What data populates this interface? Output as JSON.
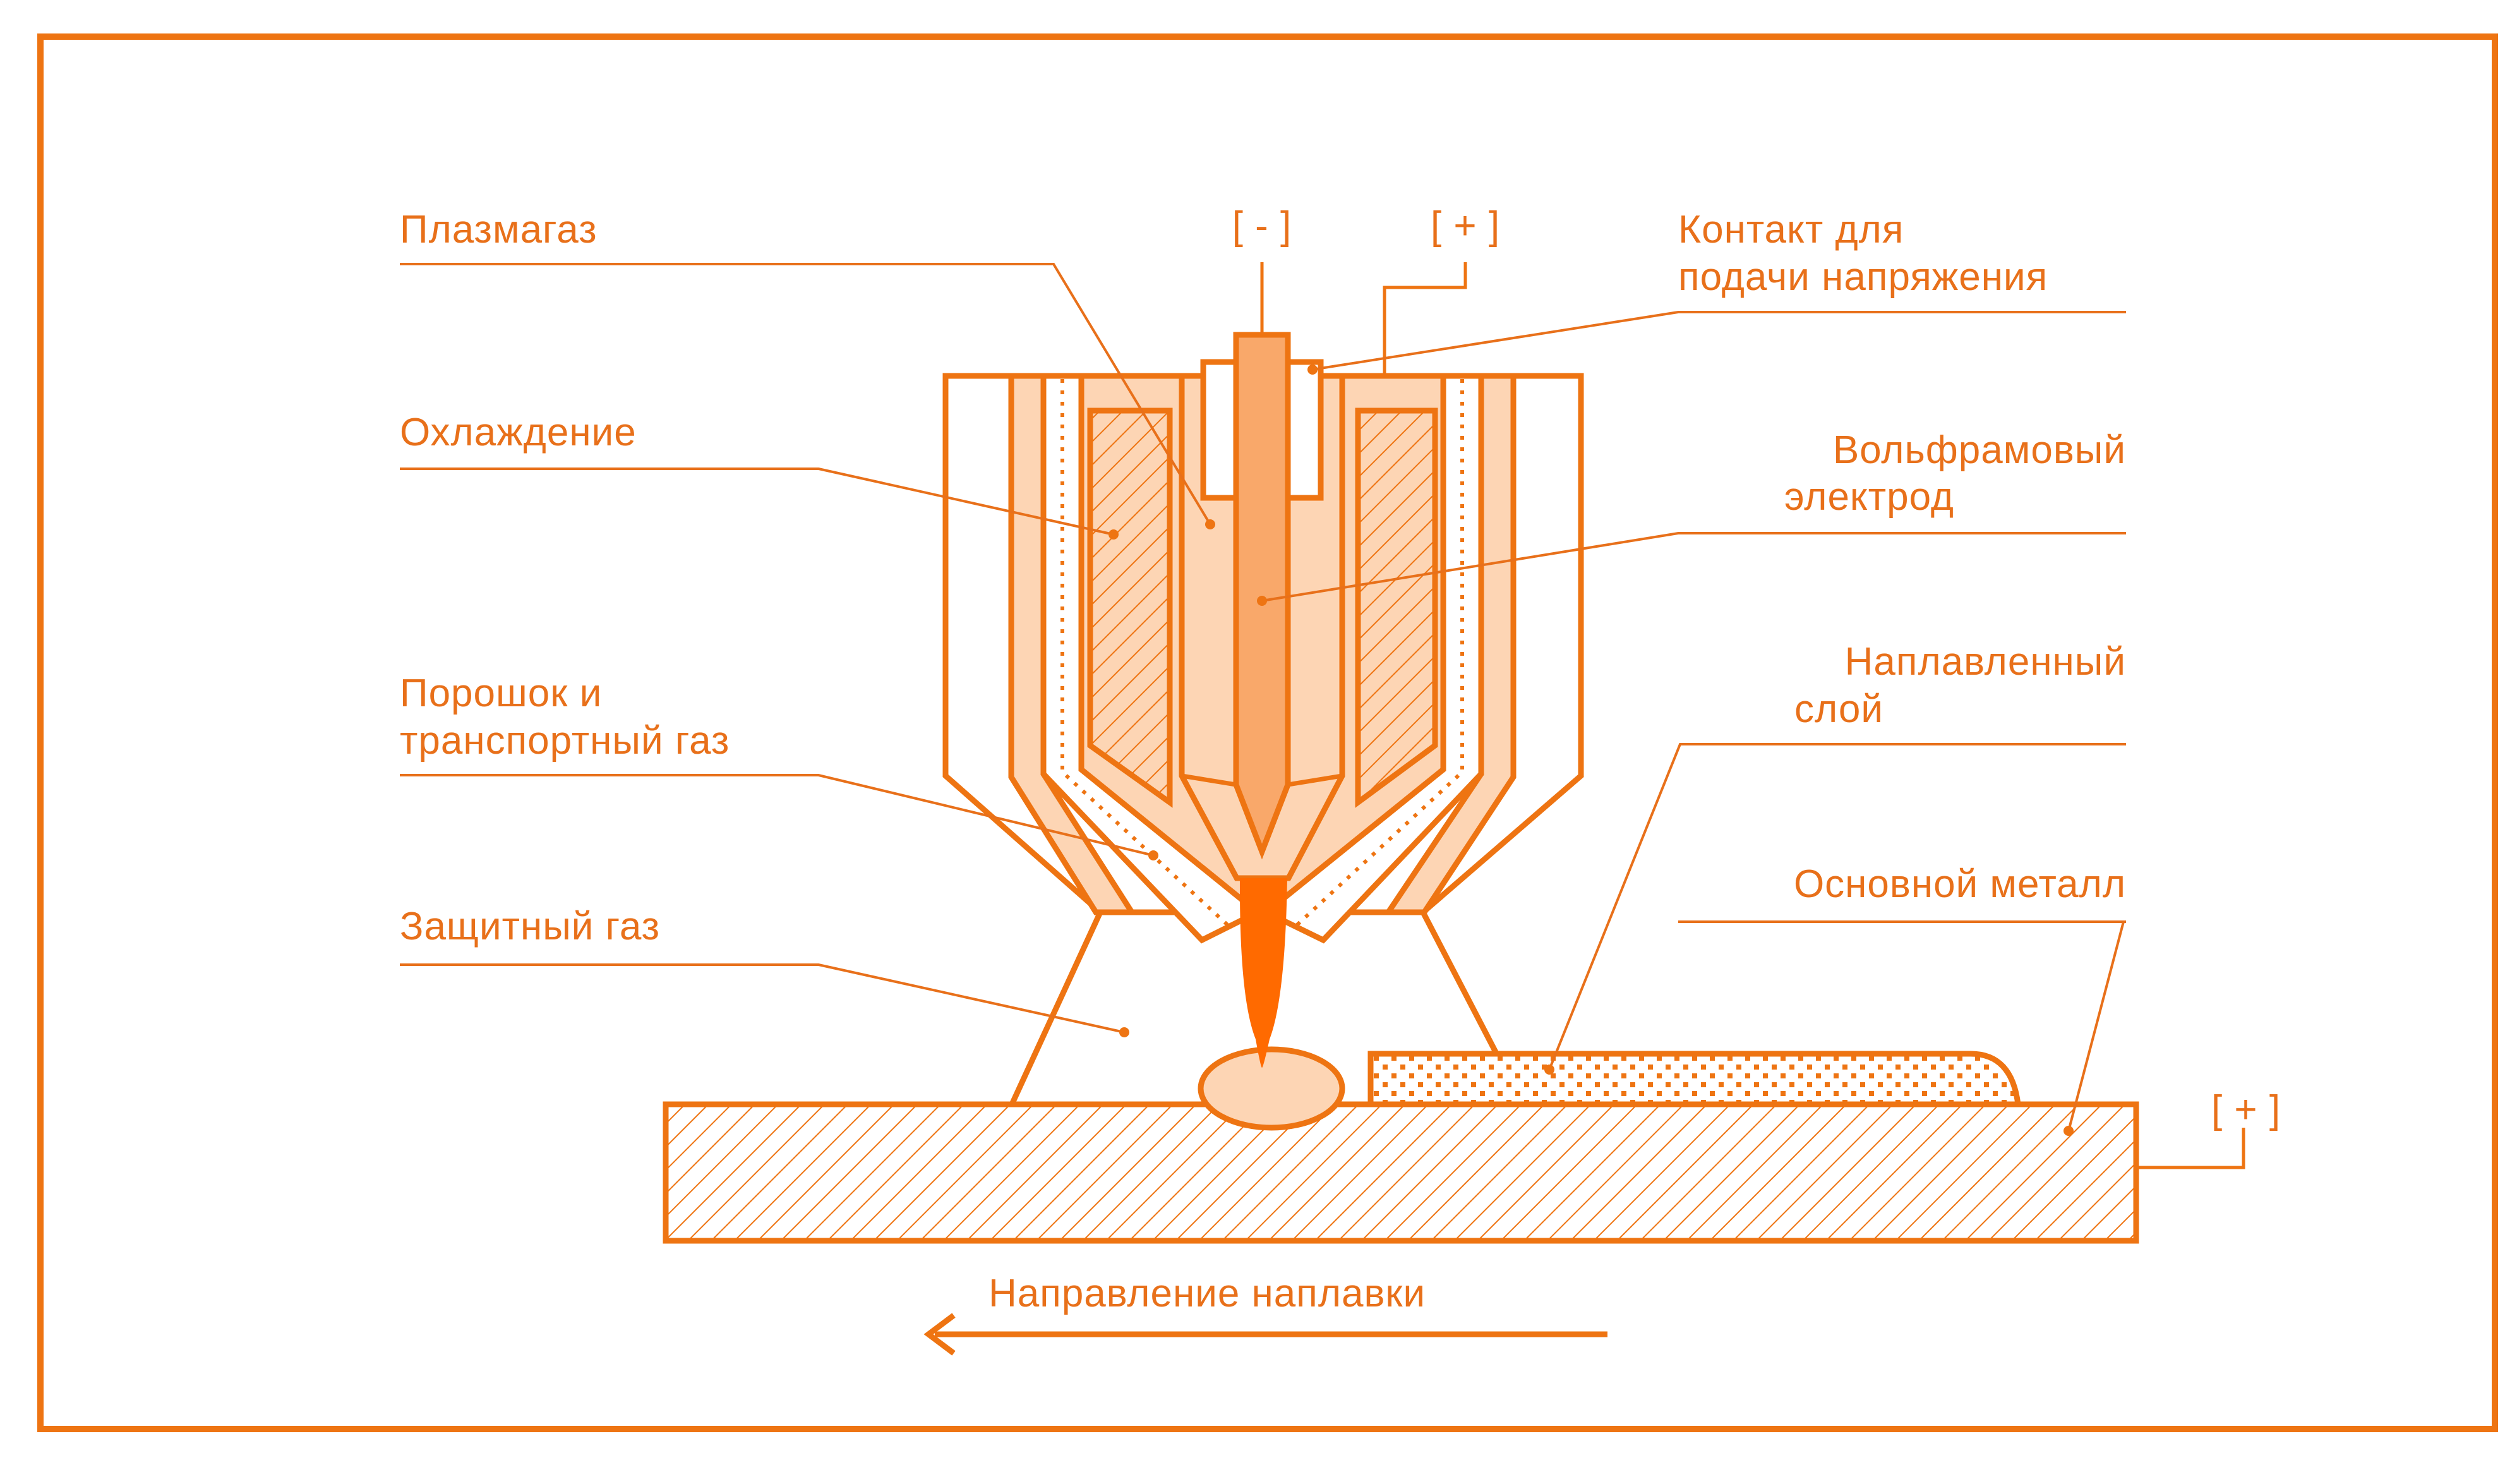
{
  "labels": {
    "plasma_gas": "Плазмагаз",
    "cooling": "Охлаждение",
    "powder_line1": "Порошок и",
    "powder_line2": "транспортный газ",
    "shielding_gas": "Защитный газ",
    "contact_line1": "Контакт для",
    "contact_line2": "подачи напряжения",
    "electrode_line1": "Вольфрамовый",
    "electrode_line2": "электрод",
    "deposit_line1": "Наплавленный",
    "deposit_line2": "слой",
    "base_metal": "Основной металл",
    "minus_terminal": "[ - ]",
    "plus_terminal_top": "[ + ]",
    "plus_terminal_base": "[ + ]",
    "direction": "Направление наплавки"
  },
  "colors": {
    "outline": "#ee7412",
    "text": "#e8701a",
    "light_fill": "#fdd5b4",
    "mid_fill": "#f9a86a",
    "arc": "#ff6a00",
    "background": "#ffffff"
  },
  "icons": {
    "direction_arrow": "arrow-left-icon"
  }
}
